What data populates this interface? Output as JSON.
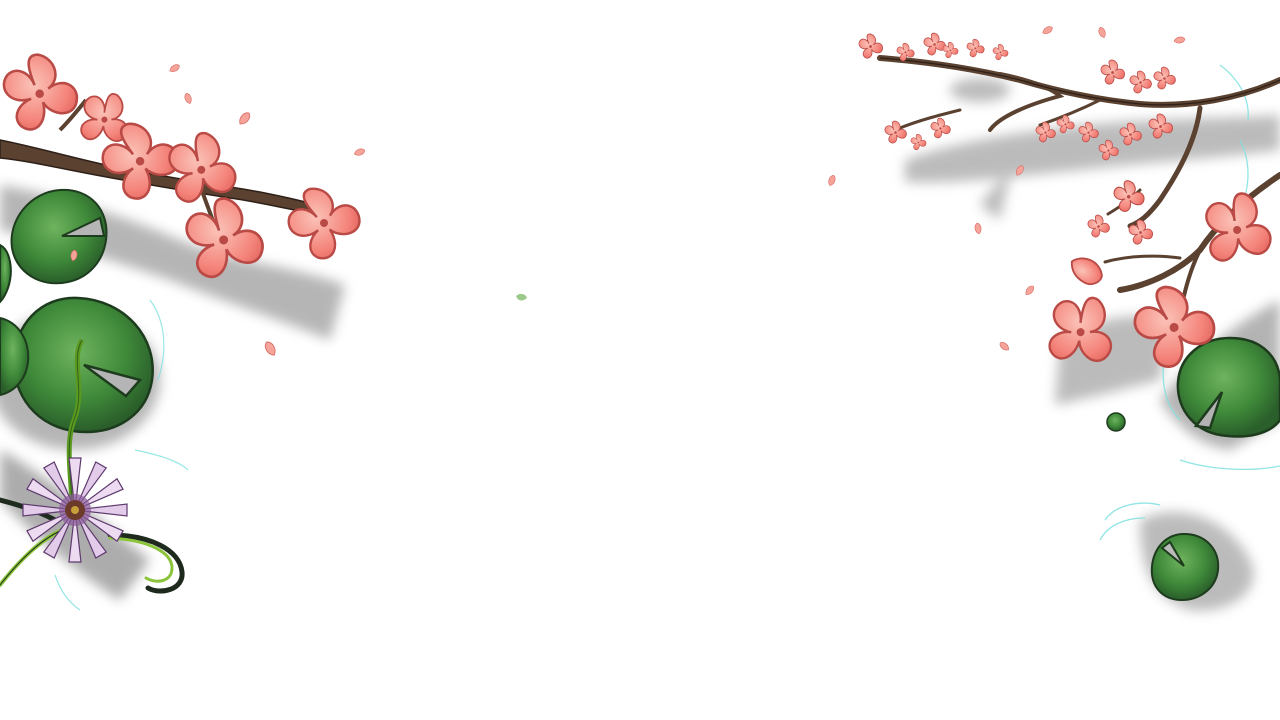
{
  "scene": {
    "background_color": "#ffffff",
    "palette": {
      "blossom": "#f4837a",
      "blossom_light": "#f8b0a5",
      "blossom_outline": "#b94a45",
      "branch": "#5a4130",
      "lily_pad": "#3f8a3a",
      "lily_pad_dark": "#2a5e2a",
      "ink_shadow": "#8a8a8a",
      "lotus_petal": "#e9d4ee",
      "lotus_center": "#6b3a2a",
      "ripple": "#7fe0e0"
    },
    "icons": [
      "cherry-blossom-branch-left",
      "cherry-blossom-branch-right",
      "lily-pad",
      "lotus-flower",
      "falling-petal",
      "water-ripple"
    ]
  }
}
